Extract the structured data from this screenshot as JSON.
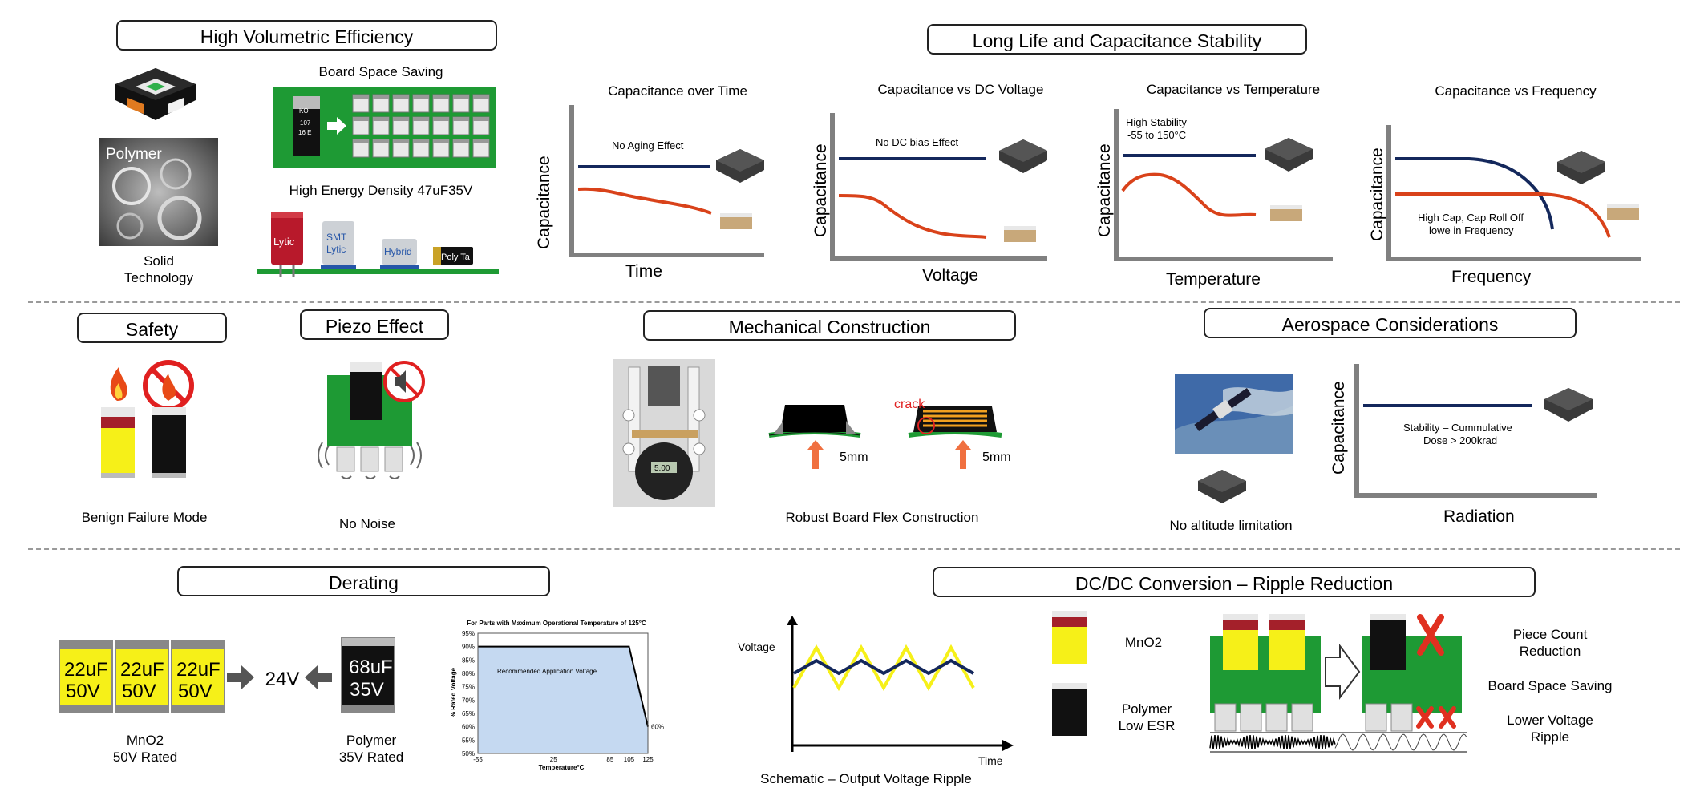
{
  "sections": {
    "volumetric": {
      "title": "High Volumetric Efficiency",
      "board_space_saving": "Board Space Saving",
      "energy_density": "High Energy Density 47uF35V",
      "polymer_photo": "Polymer",
      "solid_technology_1": "Solid",
      "solid_technology_2": "Technology",
      "ko_label": "KO",
      "ko_code_1": "107",
      "ko_code_2": "16 E",
      "parts": [
        "Lytic",
        "SMT Lytic",
        "Hybrid",
        "Poly Ta"
      ],
      "smt_lytic_1": "SMT",
      "smt_lytic_2": "Lytic"
    },
    "stability": {
      "title": "Long Life and Capacitance Stability",
      "charts": [
        {
          "title": "Capacitance over Time",
          "xlabel": "Time",
          "ylabel": "Capacitance",
          "annotation": [
            "No Aging Effect"
          ]
        },
        {
          "title": "Capacitance vs DC Voltage",
          "xlabel": "Voltage",
          "ylabel": "Capacitance",
          "annotation": [
            "No DC bias Effect"
          ]
        },
        {
          "title": "Capacitance vs Temperature",
          "xlabel": "Temperature",
          "ylabel": "Capacitance",
          "annotation": [
            "High Stability",
            "-55 to 150°C"
          ]
        },
        {
          "title": "Capacitance vs Frequency",
          "xlabel": "Frequency",
          "ylabel": "Capacitance",
          "annotation": [
            "High Cap, Cap Roll Off",
            "lowe in Frequency"
          ]
        }
      ]
    },
    "safety": {
      "title": "Safety",
      "caption": "Benign Failure Mode"
    },
    "piezo": {
      "title": "Piezo Effect",
      "caption": "No Noise"
    },
    "mechanical": {
      "title": "Mechanical Construction",
      "caption": "Robust Board Flex Construction",
      "crack_label": "crack",
      "flex_1": "5mm",
      "flex_2": "5mm",
      "gauge_reading": "5.00"
    },
    "aerospace": {
      "title": "Aerospace Considerations",
      "caption": "No altitude limitation",
      "chart": {
        "xlabel": "Radiation",
        "ylabel": "Capacitance",
        "annotation": [
          "Stability – Cummulative",
          "Dose > 200krad"
        ]
      }
    },
    "derating": {
      "title": "Derating",
      "mno2_caps": [
        {
          "cap": "22uF",
          "volt": "50V"
        },
        {
          "cap": "22uF",
          "volt": "50V"
        },
        {
          "cap": "22uF",
          "volt": "50V"
        }
      ],
      "center_voltage": "24V",
      "polymer_cap": {
        "cap": "68uF",
        "volt": "35V"
      },
      "mno2_caption_1": "MnO2",
      "mno2_caption_2": "50V Rated",
      "polymer_caption_1": "Polymer",
      "polymer_caption_2": "35V Rated"
    },
    "dcdc": {
      "title": "DC/DC Conversion – Ripple Reduction",
      "ripple_caption": "Schematic – Output Voltage Ripple",
      "ripple_ylabel": "Voltage",
      "ripple_xlabel": "Time",
      "mno2_label": "MnO2",
      "polymer_label_1": "Polymer",
      "polymer_label_2": "Low ESR",
      "benefit_1a": "Piece Count",
      "benefit_1b": "Reduction",
      "benefit_2": "Board Space Saving",
      "benefit_3a": "Lower Voltage",
      "benefit_3b": "Ripple"
    }
  },
  "chart_data": {
    "type": "area",
    "title": "For Parts with Maximum Operational Temperature of 125°C",
    "xlabel": "Temperature°C",
    "ylabel": "% Rated Voltage",
    "x_ticks": [
      -55,
      25,
      85,
      105,
      125
    ],
    "y_ticks": [
      "95%",
      "90%",
      "85%",
      "80%",
      "75%",
      "70%",
      "65%",
      "60%",
      "55%",
      "50%"
    ],
    "ylim": [
      50,
      95
    ],
    "series": [
      {
        "name": "Recommended Application Voltage",
        "x": [
          -55,
          105,
          125
        ],
        "y": [
          90,
          90,
          60
        ]
      }
    ],
    "end_label": "60%",
    "colors": {
      "fill": "#c5d9f1",
      "line": "#000000"
    }
  },
  "colors": {
    "navy": "#14285c",
    "orange": "#d9421a",
    "pcb_green": "#1e9a34",
    "mno2_yellow": "#f6f018",
    "mno2_red": "#a4202a",
    "axis_gray": "#808080"
  }
}
